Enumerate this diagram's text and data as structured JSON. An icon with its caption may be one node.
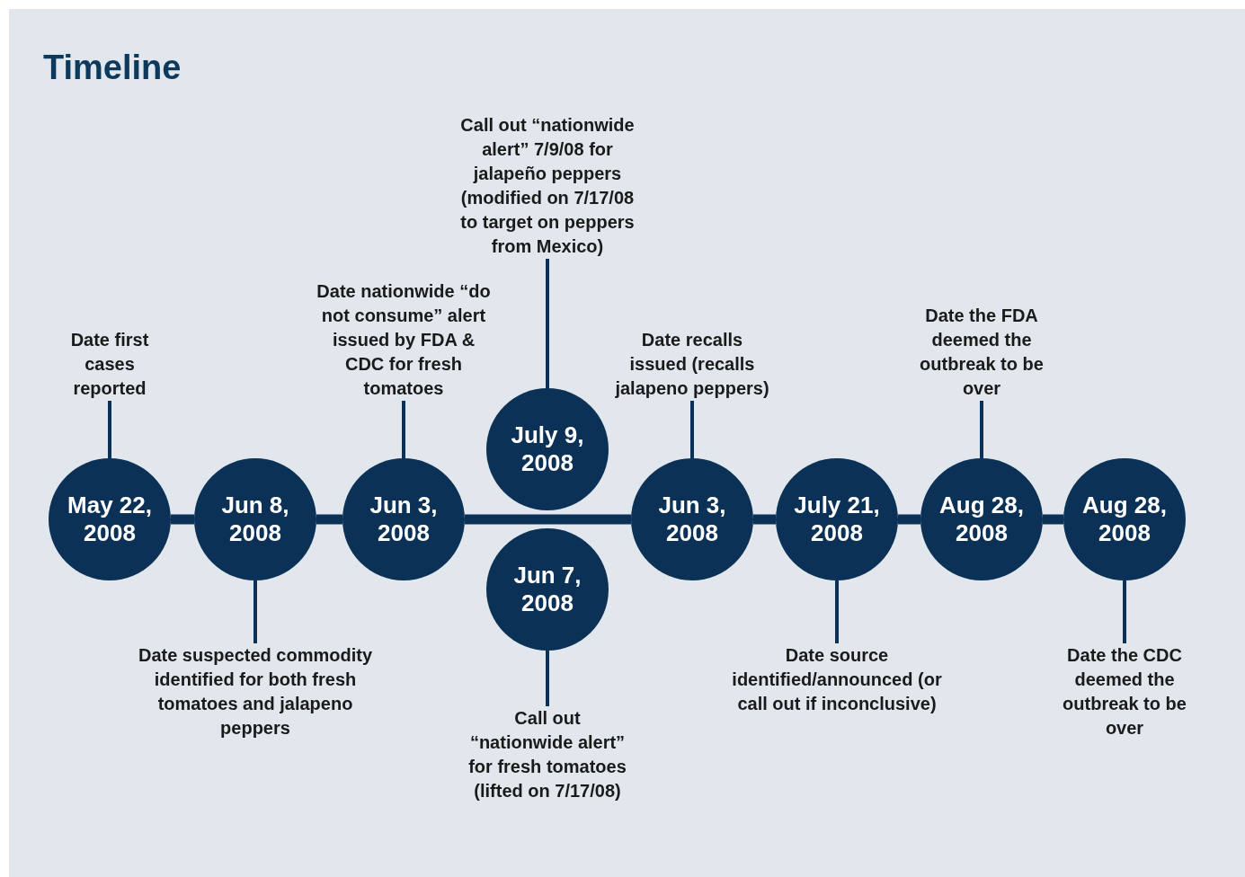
{
  "diagram": {
    "title": "Timeline",
    "nodes": [
      {
        "text": [
          "May 22, 2008"
        ]
      },
      {
        "text": [
          "Jun 8, 2008"
        ]
      },
      {
        "text": [
          "Jun 3, 2008"
        ]
      },
      {
        "text": [
          "July 9, 2008"
        ]
      },
      {
        "text": [
          "Jun 7, 2008"
        ]
      },
      {
        "text": [
          "Jun 3, 2008"
        ]
      },
      {
        "text": [
          "July 21, 2008"
        ]
      },
      {
        "text": [
          "Aug 28, 2008"
        ]
      },
      {
        "text": [
          "Aug 28, 2008"
        ]
      },
      {
        "text": [
          "Date first cases reported"
        ]
      },
      {
        "text": [
          "Date suspected commodity identified for both fresh tomatoes and jalapeno peppers"
        ]
      },
      {
        "text": [
          "Date nationwide “do not consume” alert issued by FDA & CDC for fresh tomatoes"
        ]
      },
      {
        "text": [
          "Call out “nationwide alert” 7/9/08 for jalapeño peppers (modified on 7/17/08 to target on peppers from Mexico)"
        ]
      },
      {
        "text": [
          "Call out “nationwide alert” for fresh tomatoes (lifted on 7/17/08)"
        ]
      },
      {
        "text": [
          "Date recalls issued (recalls jalapeno peppers)"
        ]
      },
      {
        "text": [
          "Date source identified/announced (or call out if inconclusive)"
        ]
      },
      {
        "text": [
          "Date the FDA deemed the outbreak to be over"
        ]
      },
      {
        "text": [
          "Date the CDC deemed the outbreak to be over"
        ]
      }
    ],
    "edges": [
      {
        "from": 0,
        "to": 1,
        "arrow": "none",
        "style": "thick"
      },
      {
        "from": 1,
        "to": 2,
        "arrow": "none",
        "style": "thick"
      },
      {
        "from": 2,
        "to": 5,
        "arrow": "none",
        "style": "thick"
      },
      {
        "from": 5,
        "to": 6,
        "arrow": "none",
        "style": "thick"
      },
      {
        "from": 6,
        "to": 7,
        "arrow": "none",
        "style": "thick"
      },
      {
        "from": 7,
        "to": 8,
        "arrow": "none",
        "style": "thick"
      },
      {
        "from": 9,
        "to": 0,
        "arrow": "none"
      },
      {
        "from": 10,
        "to": 1,
        "arrow": "none"
      },
      {
        "from": 11,
        "to": 2,
        "arrow": "none"
      },
      {
        "from": 12,
        "to": 3,
        "arrow": "none"
      },
      {
        "from": 13,
        "to": 4,
        "arrow": "none"
      },
      {
        "from": 14,
        "to": 5,
        "arrow": "none"
      },
      {
        "from": 15,
        "to": 6,
        "arrow": "none"
      },
      {
        "from": 16,
        "to": 7,
        "arrow": "none"
      },
      {
        "from": 17,
        "to": 8,
        "arrow": "none"
      }
    ]
  }
}
